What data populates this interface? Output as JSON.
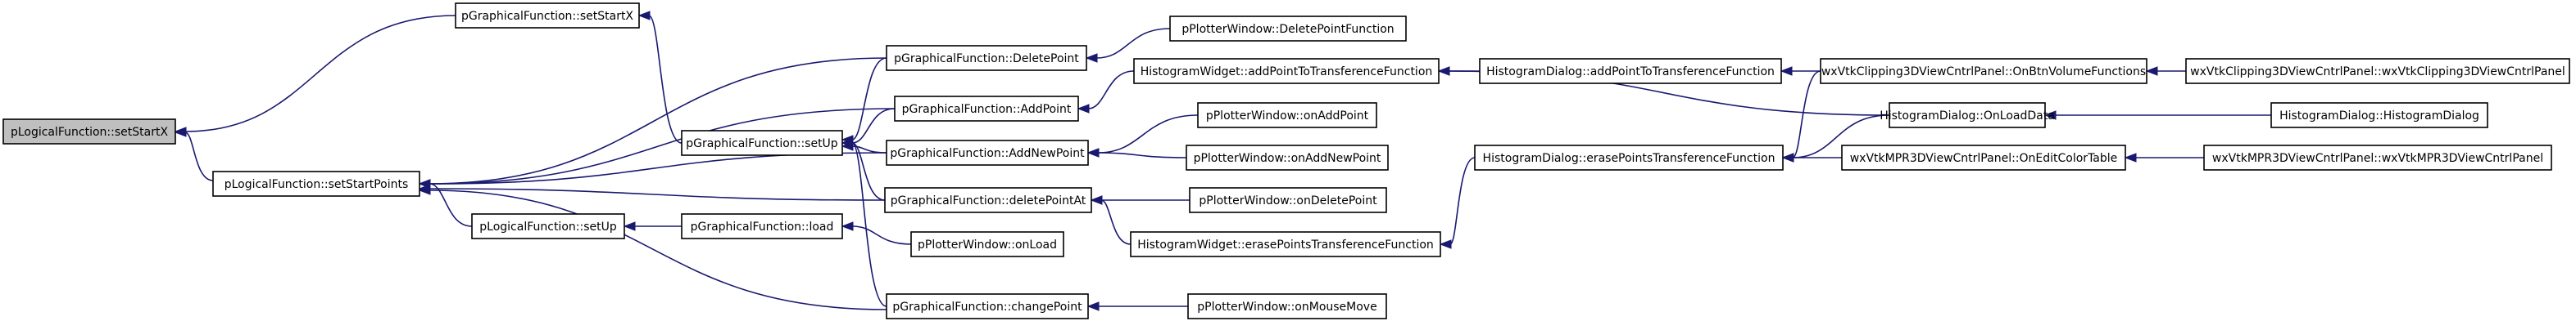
{
  "graph": {
    "nodes": {
      "lf_setStartX": "pLogicalFunction::setStartX",
      "gf_setStartX": "pGraphicalFunction::setStartX",
      "lf_setStartPoints": "pLogicalFunction::setStartPoints",
      "gf_setUp": "pGraphicalFunction::setUp",
      "lf_setUp": "pLogicalFunction::setUp",
      "gf_load": "pGraphicalFunction::load",
      "gf_DeletePoint": "pGraphicalFunction::DeletePoint",
      "gf_AddPoint": "pGraphicalFunction::AddPoint",
      "gf_AddNewPoint": "pGraphicalFunction::AddNewPoint",
      "gf_deletePointAt": "pGraphicalFunction::deletePointAt",
      "gf_changePoint": "pGraphicalFunction::changePoint",
      "pw_DeletePointFunction": "pPlotterWindow::DeletePointFunction",
      "pw_onAddPoint": "pPlotterWindow::onAddPoint",
      "pw_onAddNewPoint": "pPlotterWindow::onAddNewPoint",
      "pw_onDeletePoint": "pPlotterWindow::onDeletePoint",
      "pw_onLoad": "pPlotterWindow::onLoad",
      "pw_onMouseMove": "pPlotterWindow::onMouseMove",
      "hw_addPointToTransferenceFunction": "HistogramWidget::addPointToTransferenceFunction",
      "hw_erasePointsTransferenceFunction": "HistogramWidget::erasePointsTransferenceFunction",
      "hd_addPointToTransferenceFunction": "HistogramDialog::addPointToTransferenceFunction",
      "hd_erasePointsTransferenceFunction": "HistogramDialog::erasePointsTransferenceFunction",
      "hd_OnLoadData": "HistogramDialog::OnLoadData",
      "hd_HistogramDialog": "HistogramDialog::HistogramDialog",
      "clip_OnBtnVolumeFunctions": "wxVtkClipping3DViewCntrlPanel::OnBtnVolumeFunctions",
      "clip_ctor": "wxVtkClipping3DViewCntrlPanel::wxVtkClipping3DViewCntrlPanel",
      "mpr_OnEditColorTable": "wxVtkMPR3DViewCntrlPanel::OnEditColorTable",
      "mpr_ctor": "wxVtkMPR3DViewCntrlPanel::wxVtkMPR3DViewCntrlPanel"
    },
    "edges": [
      [
        "gf_setStartX",
        "lf_setStartX"
      ],
      [
        "lf_setStartPoints",
        "lf_setStartX"
      ],
      [
        "gf_setUp",
        "gf_setStartX"
      ],
      [
        "gf_DeletePoint",
        "lf_setStartPoints"
      ],
      [
        "gf_AddPoint",
        "lf_setStartPoints"
      ],
      [
        "gf_AddNewPoint",
        "lf_setStartPoints"
      ],
      [
        "lf_setUp",
        "lf_setStartPoints"
      ],
      [
        "gf_deletePointAt",
        "lf_setStartPoints"
      ],
      [
        "gf_changePoint",
        "lf_setStartPoints"
      ],
      [
        "gf_load",
        "lf_setUp"
      ],
      [
        "gf_DeletePoint",
        "gf_setUp"
      ],
      [
        "gf_AddPoint",
        "gf_setUp"
      ],
      [
        "gf_AddNewPoint",
        "gf_setUp"
      ],
      [
        "gf_deletePointAt",
        "gf_setUp"
      ],
      [
        "gf_changePoint",
        "gf_setUp"
      ],
      [
        "pw_onLoad",
        "gf_load"
      ],
      [
        "pw_DeletePointFunction",
        "gf_DeletePoint"
      ],
      [
        "hw_addPointToTransferenceFunction",
        "gf_AddPoint"
      ],
      [
        "pw_onAddPoint",
        "gf_AddNewPoint"
      ],
      [
        "pw_onAddNewPoint",
        "gf_AddNewPoint"
      ],
      [
        "pw_onDeletePoint",
        "gf_deletePointAt"
      ],
      [
        "hw_erasePointsTransferenceFunction",
        "gf_deletePointAt"
      ],
      [
        "pw_onMouseMove",
        "gf_changePoint"
      ],
      [
        "hd_addPointToTransferenceFunction",
        "hw_addPointToTransferenceFunction"
      ],
      [
        "hd_OnLoadData",
        "hw_addPointToTransferenceFunction"
      ],
      [
        "hd_erasePointsTransferenceFunction",
        "hw_erasePointsTransferenceFunction"
      ],
      [
        "clip_OnBtnVolumeFunctions",
        "hd_addPointToTransferenceFunction"
      ],
      [
        "clip_OnBtnVolumeFunctions",
        "hd_erasePointsTransferenceFunction"
      ],
      [
        "hd_OnLoadData",
        "hd_erasePointsTransferenceFunction"
      ],
      [
        "mpr_OnEditColorTable",
        "hd_erasePointsTransferenceFunction"
      ],
      [
        "clip_ctor",
        "clip_OnBtnVolumeFunctions"
      ],
      [
        "hd_HistogramDialog",
        "hd_OnLoadData"
      ],
      [
        "mpr_ctor",
        "mpr_OnEditColorTable"
      ]
    ],
    "root": "lf_setStartX"
  },
  "colors": {
    "edge": "#191970",
    "node_border": "#000000",
    "node_fill": "#ffffff",
    "root_fill": "#bfbfbf",
    "background": "#ffffff"
  }
}
